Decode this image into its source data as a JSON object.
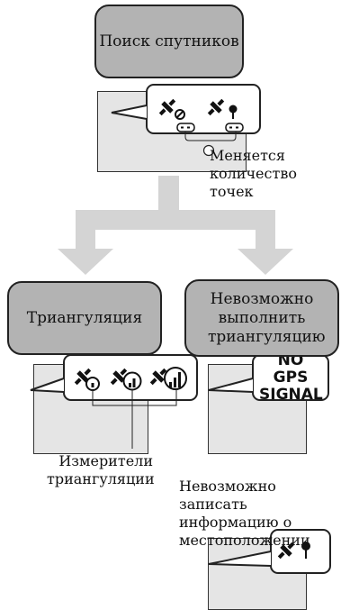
{
  "flow": {
    "search": {
      "label": "Поиск спутников"
    },
    "triangulation": {
      "label": "Триангуляция"
    },
    "no_triangulation": {
      "label": "Невозможно выполнить триангуляцию"
    }
  },
  "callouts": {
    "dots_change": "Меняется количество точек",
    "meters": "Измерители триангуляции",
    "no_record": "Невозможно записать информацию о местоположении"
  },
  "no_gps_display": {
    "text": "NO GPS SIGNAL"
  },
  "icons": [
    "satellite-searching-icon",
    "satellite-pin-searching-icon",
    "satellite-weak-signal-icon",
    "satellite-medium-signal-icon",
    "satellite-strong-signal-icon",
    "satellite-pin-icon"
  ],
  "colors": {
    "box_fill": "#b3b3b3",
    "panel_fill": "#e5e5e5",
    "arrow": "#d4d4d4"
  }
}
